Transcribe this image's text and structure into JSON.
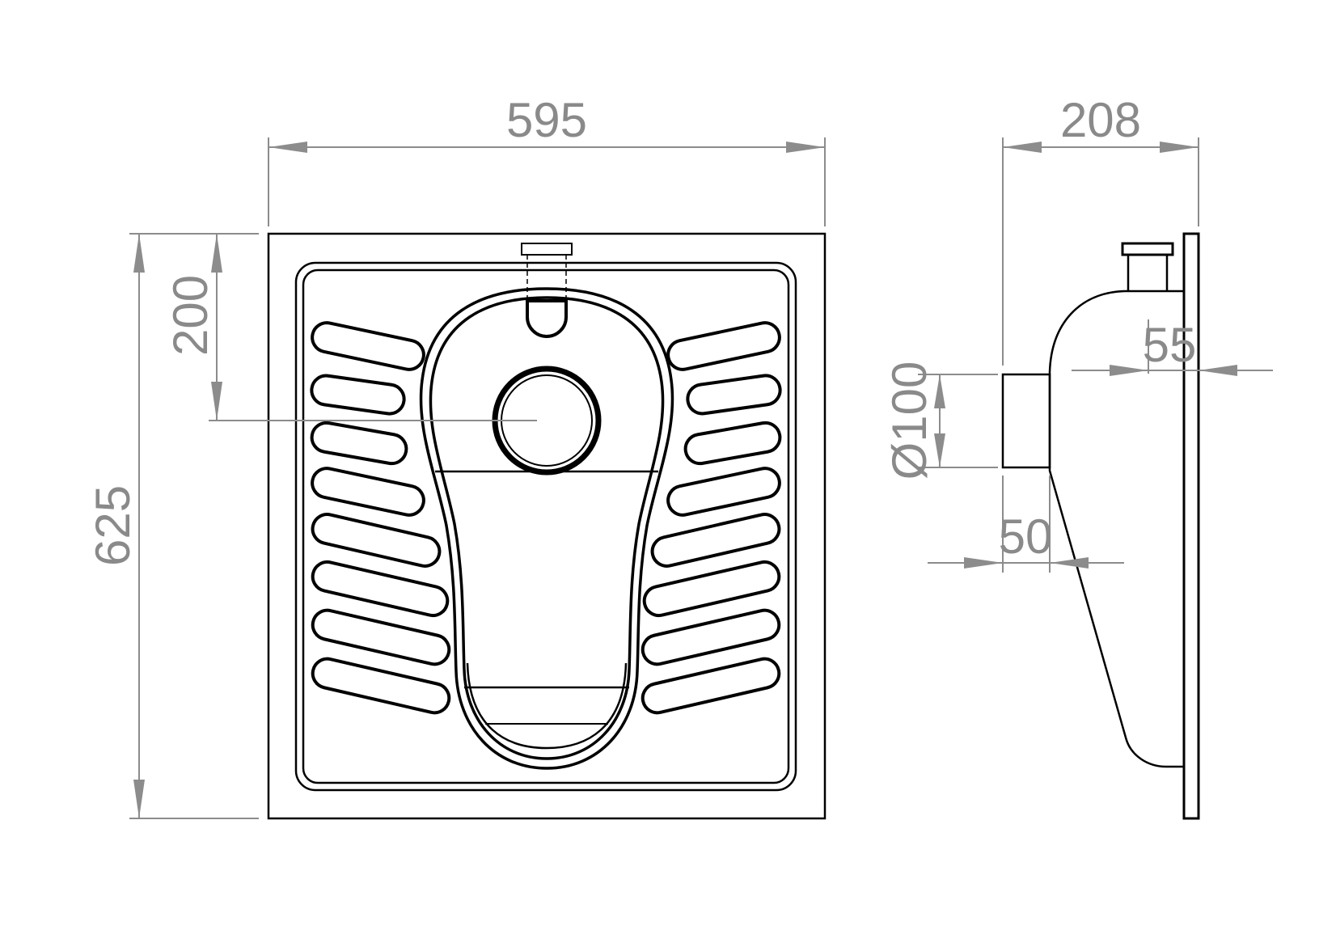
{
  "dimensions": {
    "width": "595",
    "height": "625",
    "outlet_offset": "200",
    "depth": "208",
    "outlet_diameter": "Ø100",
    "wall_55": "55",
    "spigot_50": "50"
  },
  "colors": {
    "object_line": "#000000",
    "dimension_line": "#8c8c8c",
    "dimension_text": "#8a8a8a",
    "background": "#ffffff"
  }
}
